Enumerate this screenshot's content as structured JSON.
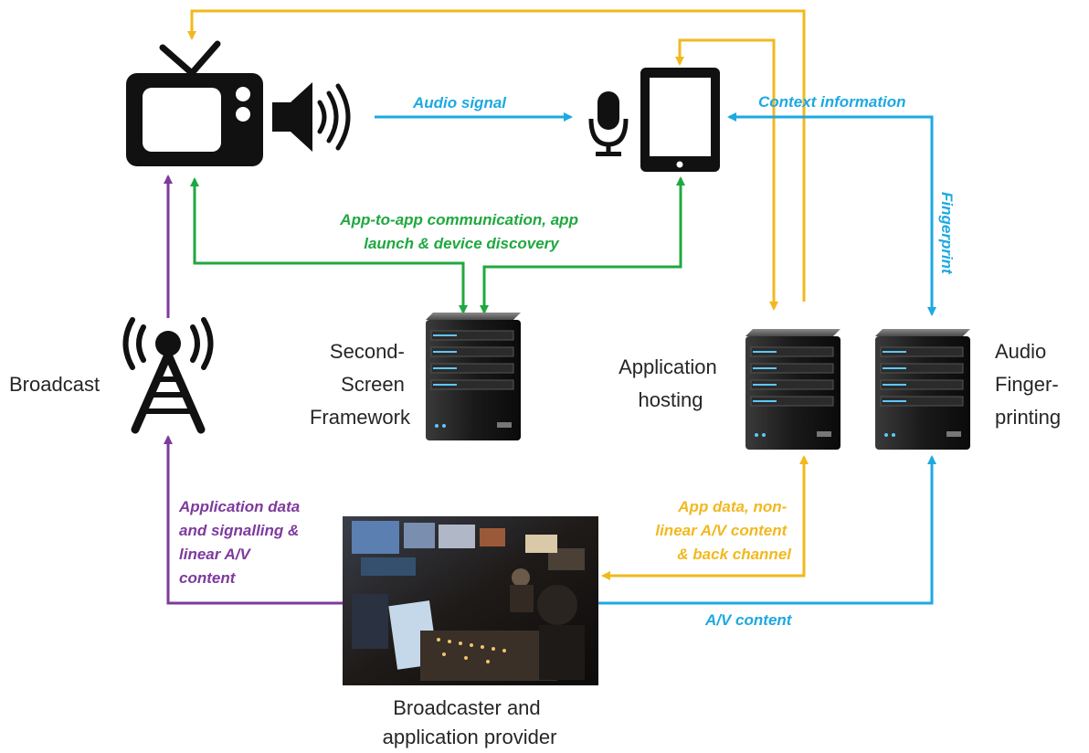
{
  "colors": {
    "yellow": "#F2B81E",
    "blue": "#1DA9E1",
    "green": "#1FA83F",
    "purple": "#7E3A9E",
    "dark": "#111111"
  },
  "nodes": {
    "tv": {
      "icon": "tv-icon"
    },
    "speaker": {
      "icon": "speaker-icon"
    },
    "microphone": {
      "icon": "microphone-icon"
    },
    "tablet": {
      "icon": "tablet-icon"
    },
    "broadcast": {
      "icon": "broadcast-tower-icon",
      "label": "Broadcast"
    },
    "second_screen": {
      "icon": "server-icon",
      "label_lines": [
        "Second-",
        "Screen",
        "Framework"
      ]
    },
    "app_hosting": {
      "icon": "server-icon",
      "label_lines": [
        "Application",
        "hosting"
      ]
    },
    "audio_fp": {
      "icon": "server-icon",
      "label_lines": [
        "Audio",
        "Finger-",
        "printing"
      ]
    },
    "provider": {
      "icon": "control-room-photo",
      "label_lines": [
        "Broadcaster and",
        "application provider"
      ]
    }
  },
  "edges": {
    "audio_signal": "Audio signal",
    "context_information": "Context information",
    "fingerprint": "Fingerprint",
    "app_to_app": [
      "App-to-app communication, app",
      "launch & device discovery"
    ],
    "app_data_signalling": [
      "Application data",
      "and signalling &",
      "linear A/V",
      "content"
    ],
    "app_data_nonlinear": [
      "App data, non-",
      "linear A/V content",
      "& back channel"
    ],
    "av_content": "A/V content"
  }
}
